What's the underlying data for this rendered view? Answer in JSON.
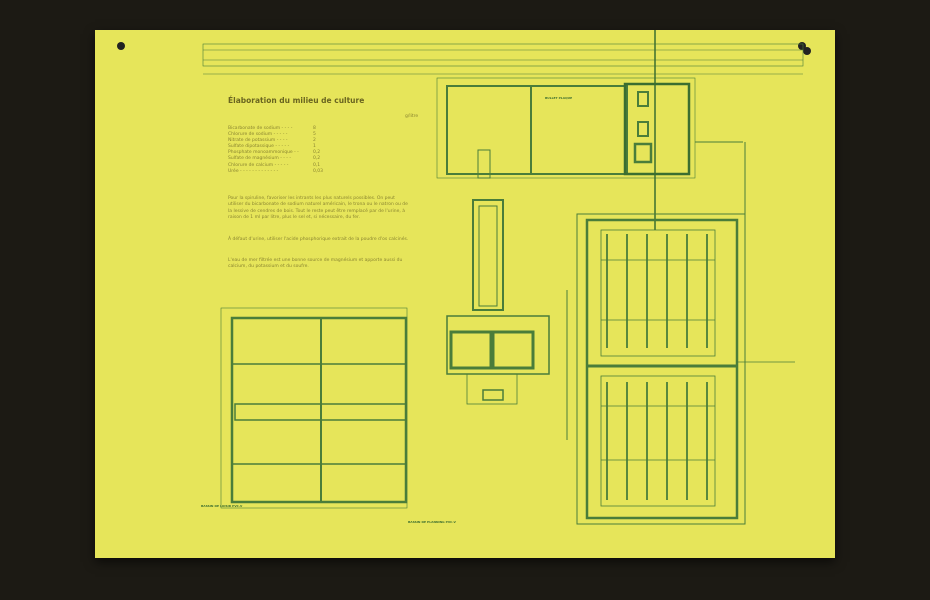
{
  "panel": {
    "title": "Élaboration du milieu de culture",
    "unit": "g/litre",
    "ingredients": [
      {
        "name": "Bicarbonate de sodium - - - -",
        "value": "8"
      },
      {
        "name": "Chlorure de sodium - - - - -",
        "value": "5"
      },
      {
        "name": "Nitrate de potassium - - - -",
        "value": "2"
      },
      {
        "name": "Sulfate dipotassique - - - - -",
        "value": "1"
      },
      {
        "name": "Phosphate monoammonique - -",
        "value": "0,2"
      },
      {
        "name": "Sulfate de magnésium - - - -",
        "value": "0,2"
      },
      {
        "name": "Chlorure de calcium - - - - -",
        "value": "0,1"
      },
      {
        "name": "Urée - - - - - - - - - - - - -",
        "value": "0,03"
      }
    ],
    "paragraphs": [
      "Pour la spiruline, favoriser les intrants les plus naturels possibles. On peut utiliser du bicarbonate de sodium naturel américain, le trona ou le natron ou de la lessive de cendres de bois. Tout le reste peut être remplacé par de l'urine, à raison de 1 ml par litre, plus le sel et, si nécessaire, du fer.",
      "À défaut d'urine, utiliser l'acide phosphorique extrait de la poudre d'os calcinés.",
      "L'eau de mer filtrée est une bonne source de magnésium et apporte aussi du calcium, du potassium et du soufre."
    ],
    "drawing_labels": {
      "left_plan": "BASSIN DE LOISIR PVC.V",
      "right_plan": "BASSIN DE PLANNING PVC.V",
      "top_plan": "BULLET PLAQUE"
    }
  }
}
